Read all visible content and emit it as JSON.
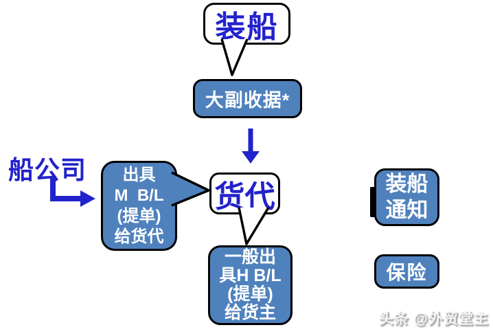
{
  "diagram": {
    "loading_bubble": {
      "label": "装船"
    },
    "mate_receipt_box": {
      "label": "大副收据*"
    },
    "forwarder_bubble": {
      "label": "货代"
    },
    "shipping_company_label": {
      "label": "船公司"
    },
    "mbl_callout": {
      "lines": [
        "出具",
        "M  B/L",
        "(提单)",
        "给货代"
      ]
    },
    "hbl_box": {
      "lines": [
        "一般出",
        "具H B/L",
        "(提单)",
        "给货主"
      ]
    },
    "shipping_notice_box": {
      "lines": [
        "装船",
        "通知"
      ]
    },
    "insurance_box": {
      "label": "保险"
    },
    "connectors": [
      {
        "name": "loading-bubble-tail",
        "type": "callout-tail",
        "direction": "down"
      },
      {
        "name": "mate-receipt-to-forwarder-arrow",
        "type": "arrow",
        "direction": "down"
      },
      {
        "name": "shipping-company-elbow-arrow",
        "type": "elbow-arrow",
        "direction": "down-then-right"
      },
      {
        "name": "mbl-callout-tail",
        "type": "callout-tail",
        "direction": "right"
      },
      {
        "name": "forwarder-bubble-tail",
        "type": "callout-tail",
        "direction": "down"
      }
    ]
  },
  "watermark": {
    "text": "头条 @外贸堂主"
  },
  "colors": {
    "box_fill": "#4F81BD",
    "box_text": "#FFFFFF",
    "accent_blue": "#2222CC",
    "outline": "#000000",
    "background": "#FFFFFF",
    "watermark_gray": "#A9A9A9"
  }
}
